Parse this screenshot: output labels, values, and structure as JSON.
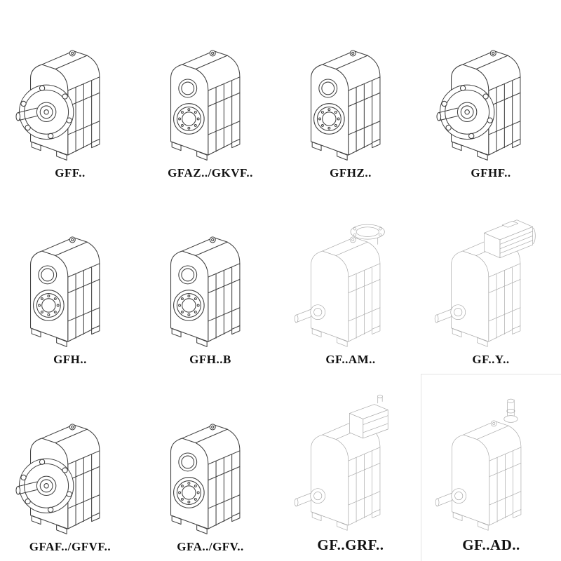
{
  "page": {
    "background": "#ffffff",
    "ink_color": "#3f3f3f",
    "ghost_color": "#a9a9a9"
  },
  "grid": {
    "items": [
      {
        "label": "GFF..",
        "drawing": "gearbox-output-flange",
        "style": "solid"
      },
      {
        "label": "GFAZ../GKVF..",
        "drawing": "gearbox-double-bore",
        "style": "solid"
      },
      {
        "label": "GFHZ..",
        "drawing": "gearbox-double-bore",
        "style": "solid"
      },
      {
        "label": "GFHF..",
        "drawing": "gearbox-output-flange",
        "style": "solid"
      },
      {
        "label": "GFH..",
        "drawing": "gearbox-double-bore",
        "style": "solid"
      },
      {
        "label": "GFH..B",
        "drawing": "gearbox-double-bore",
        "style": "solid"
      },
      {
        "label": "GF..AM..",
        "drawing": "gearbox-top-flange-shaft",
        "style": "ghost"
      },
      {
        "label": "GF..Y..",
        "drawing": "gearbox-motor",
        "style": "ghost"
      },
      {
        "label": "GFAF../GFVF..",
        "drawing": "gearbox-output-flange",
        "style": "solid"
      },
      {
        "label": "GFA../GFV..",
        "drawing": "gearbox-double-bore",
        "style": "solid"
      },
      {
        "label": "GF..GRF..",
        "drawing": "gearbox-adapter",
        "style": "ghost"
      },
      {
        "label": "GF..AD..",
        "drawing": "gearbox-top-shaft",
        "style": "ghost"
      }
    ]
  }
}
